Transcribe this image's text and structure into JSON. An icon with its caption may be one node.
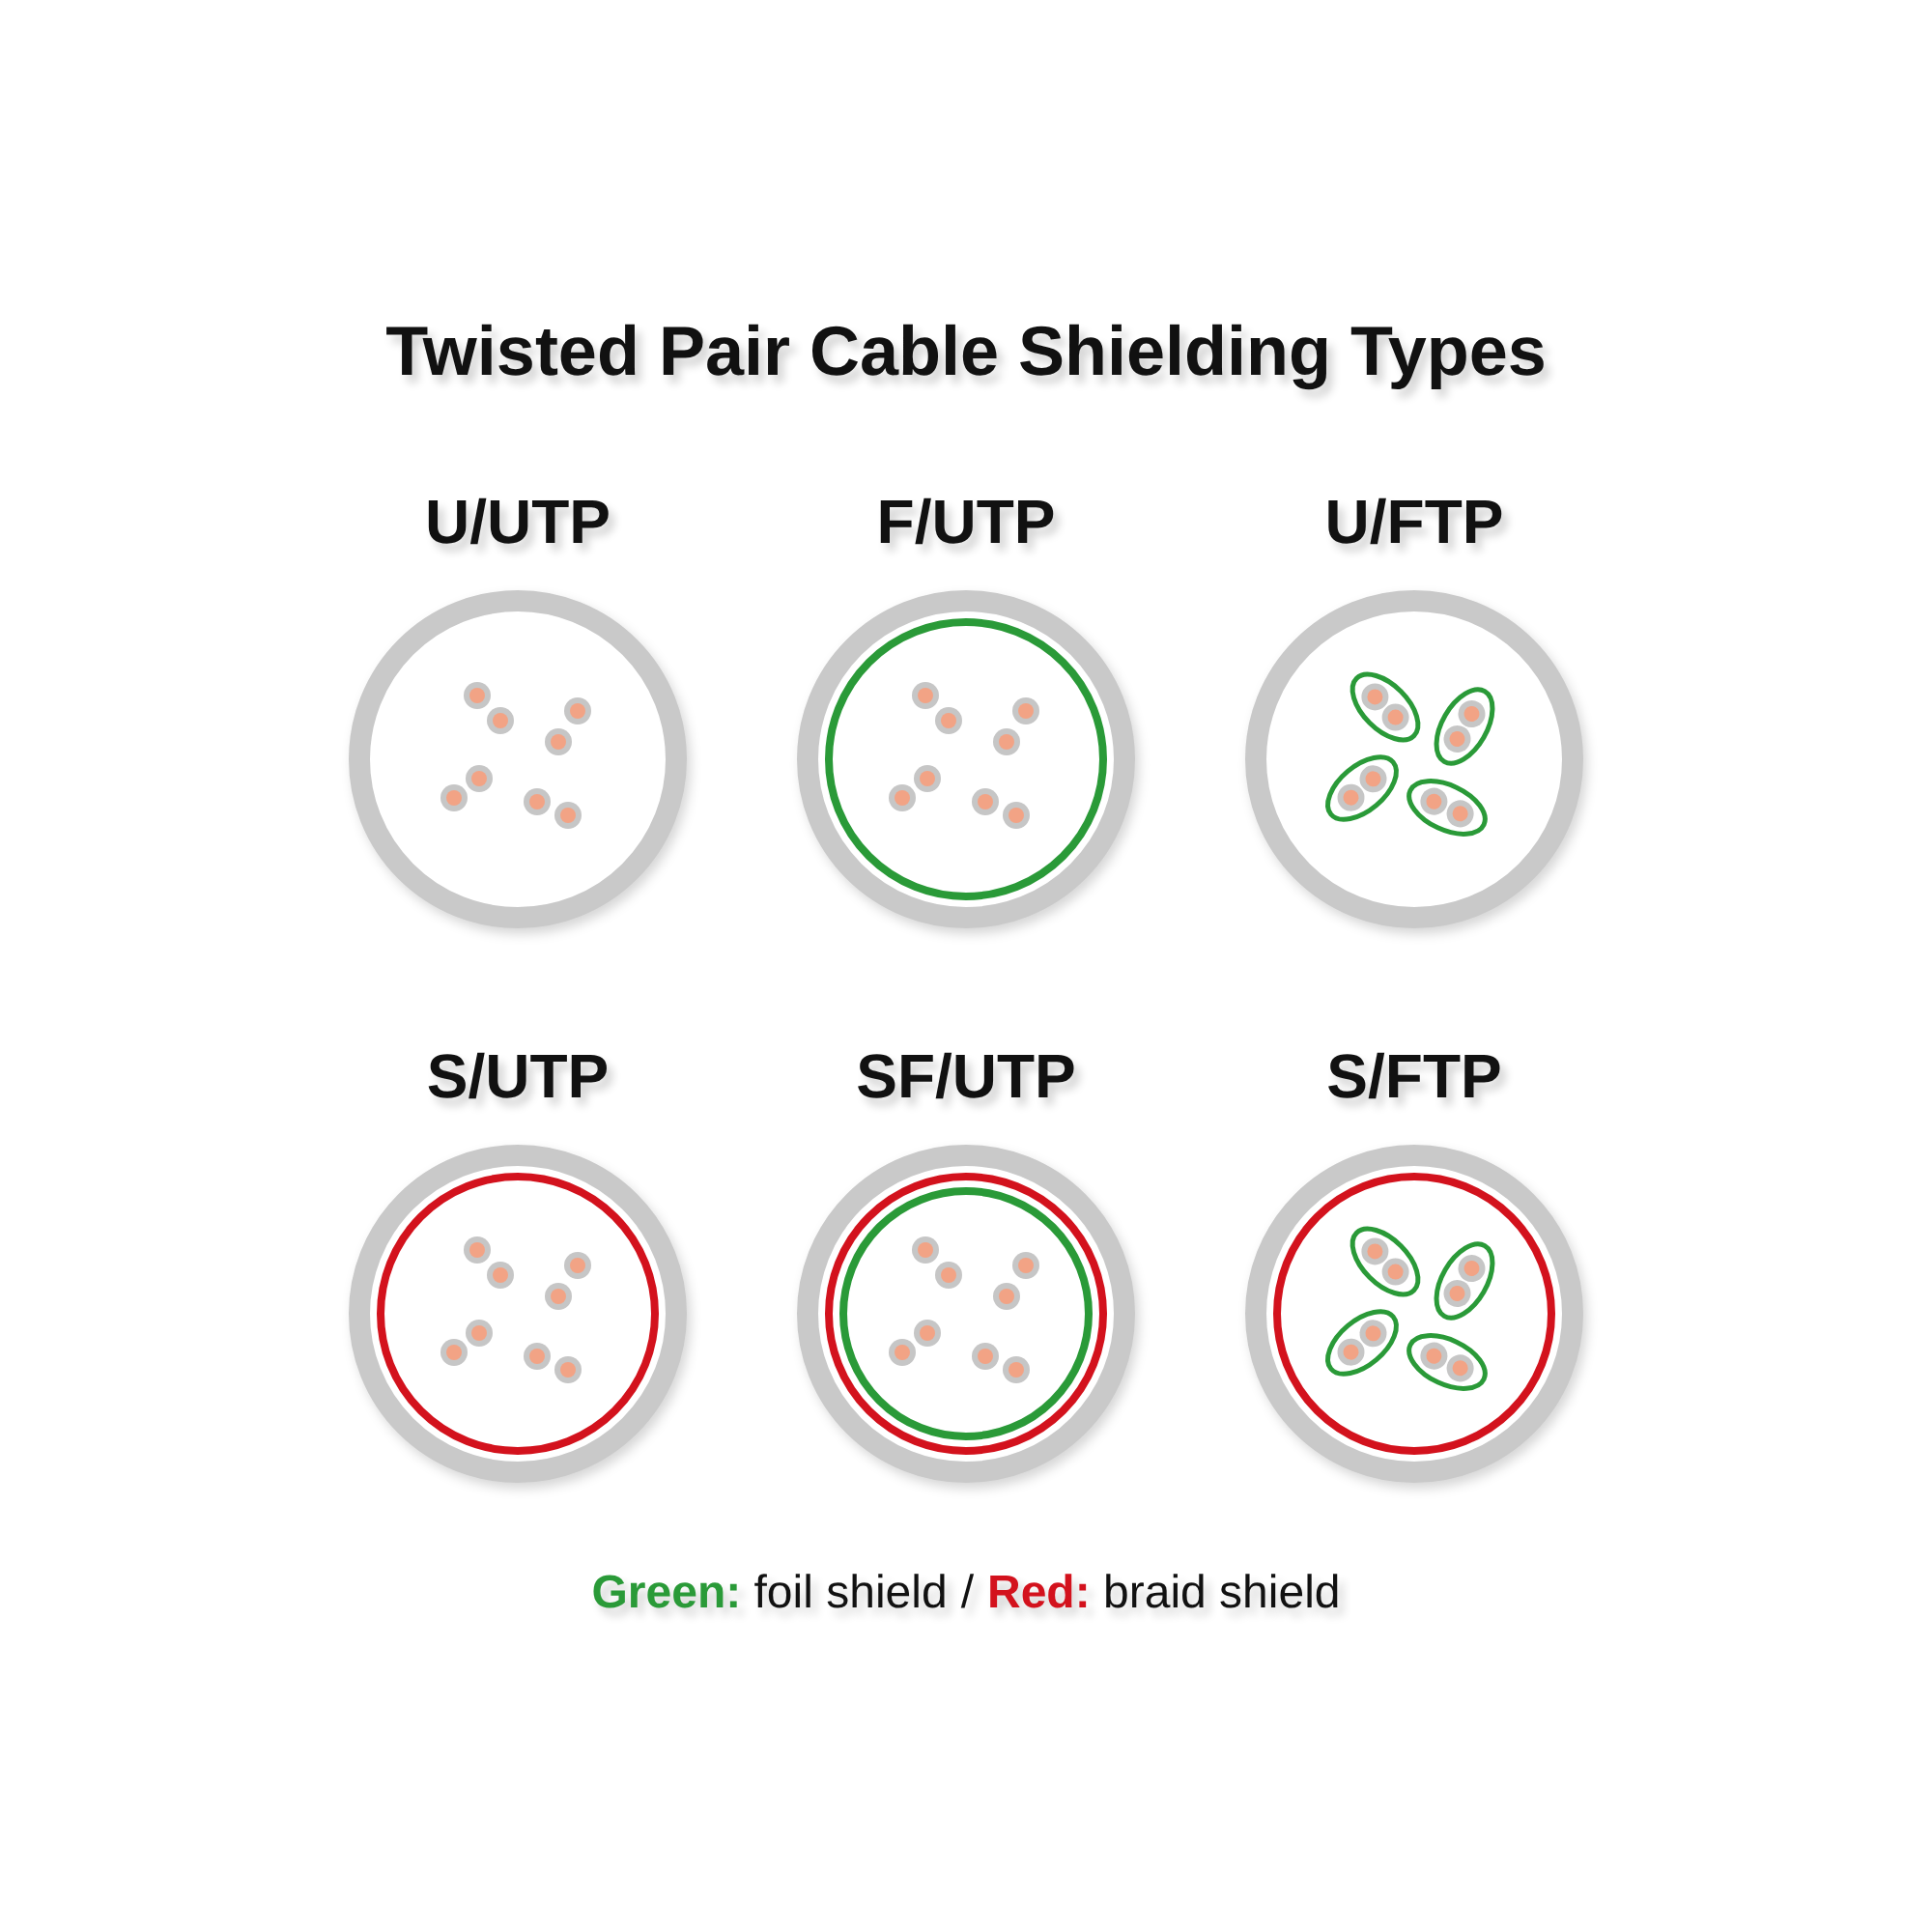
{
  "diagram": {
    "title": "Twisted Pair Cable Shielding Types",
    "nodes": [
      {
        "text": [
          "U/UTP"
        ]
      },
      {
        "text": [
          "F/UTP"
        ]
      },
      {
        "text": [
          "U/FTP"
        ]
      },
      {
        "text": [
          "S/UTP"
        ]
      },
      {
        "text": [
          "SF/UTP"
        ]
      },
      {
        "text": [
          "S/FTP"
        ]
      }
    ],
    "labels": [
      "/"
    ],
    "legend": [
      {
        "text": "**Green:** foil shield",
        "color": "#2a9a38"
      },
      {
        "text": "**Red:** braid shield",
        "color": "#d3121d"
      }
    ]
  }
}
